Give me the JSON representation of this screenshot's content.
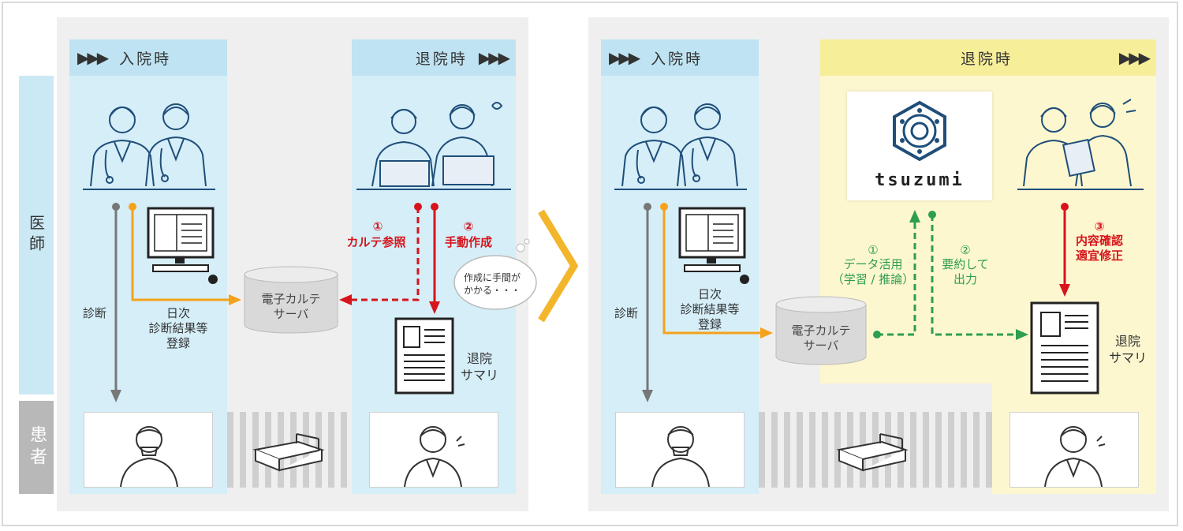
{
  "roles": {
    "doctor": "医師",
    "patient": "患者"
  },
  "left": {
    "admission_header": "入院時",
    "discharge_header": "退院時",
    "diagnosis": "診断",
    "daily_record": "日次\n診断結果等\n登録",
    "server": "電子カルテ\nサーバ",
    "step1_num": "①",
    "step1": "カルテ参照",
    "step2_num": "②",
    "step2": "手動作成",
    "bubble": "作成に手間が\nかかる・・・",
    "summary": "退院\nサマリ"
  },
  "right": {
    "admission_header": "入院時",
    "discharge_header": "退院時",
    "diagnosis": "診断",
    "daily_record": "日次\n診断結果等\n登録",
    "server": "電子カルテ\nサーバ",
    "logo": "tsuzumi",
    "step1_num": "①",
    "step1": "データ活用\n（学習 / 推論）",
    "step2_num": "②",
    "step2": "要約して\n出力",
    "step3_num": "③",
    "step3": "内容確認\n適宜修正",
    "summary": "退院\nサマリ"
  },
  "colors": {
    "orange": "#f5a21b",
    "red": "#d7141c",
    "green": "#2e9e4f",
    "gray_arrow": "#777777",
    "chevron": "#f3b52a",
    "lane_blue": "#d5eef8",
    "zone_yellow": "#fdf7cf"
  }
}
